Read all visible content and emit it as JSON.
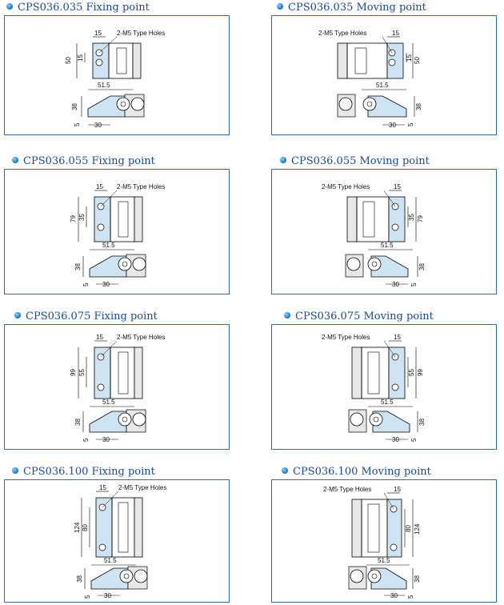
{
  "panels": [
    {
      "title": "CPS036.035 Fixing point",
      "holes_label": "2-M5 Type Holes",
      "hole_pitch": "15",
      "span": "50",
      "end_gap": "15",
      "length": "51.5",
      "height": "38",
      "offset": "30",
      "base": "5"
    },
    {
      "title": "CPS036.035  Moving point",
      "holes_label": "2-M5 Type Holes",
      "hole_pitch": "15",
      "span": "50",
      "end_gap": "15",
      "length": "51.5",
      "height": "38",
      "offset": "30",
      "base": "5"
    },
    {
      "title": "CPS036.055 Fixing point",
      "holes_label": "2-M5 Type Holes",
      "hole_pitch": "15",
      "span": "79",
      "end_gap": "35",
      "length": "51.5",
      "height": "38",
      "offset": "30",
      "base": "5"
    },
    {
      "title": "CPS036.055  Moving point",
      "holes_label": "2-M5 Type Holes",
      "hole_pitch": "15",
      "span": "79",
      "end_gap": "35",
      "length": "51.5",
      "height": "38",
      "offset": "30",
      "base": "5"
    },
    {
      "title": "CPS036.075 Fixing point",
      "holes_label": "2-M5 Type Holes",
      "hole_pitch": "15",
      "span": "99",
      "end_gap": "55",
      "length": "51.5",
      "height": "38",
      "offset": "30",
      "base": "5"
    },
    {
      "title": "CPS036.075  Moving point",
      "holes_label": "2-M5 Type Holes",
      "hole_pitch": "15",
      "span": "99",
      "end_gap": "55",
      "length": "51.5",
      "height": "38",
      "offset": "30",
      "base": "5"
    },
    {
      "title": "CPS036.100 Fixing point",
      "holes_label": "2-M5 Type Holes",
      "hole_pitch": "15",
      "span": "124",
      "end_gap": "80",
      "length": "51.5",
      "height": "38",
      "offset": "30",
      "base": "5"
    },
    {
      "title": "CPS036.100  Moving point",
      "holes_label": "2-M5 Type Holes",
      "hole_pitch": "15",
      "span": "124",
      "end_gap": "80",
      "length": "51.5",
      "height": "38",
      "offset": "30",
      "base": "5"
    }
  ],
  "colors": {
    "title": "#1b4a93",
    "border": "#2a6fb5",
    "part_fill": "#cfe4f3"
  }
}
